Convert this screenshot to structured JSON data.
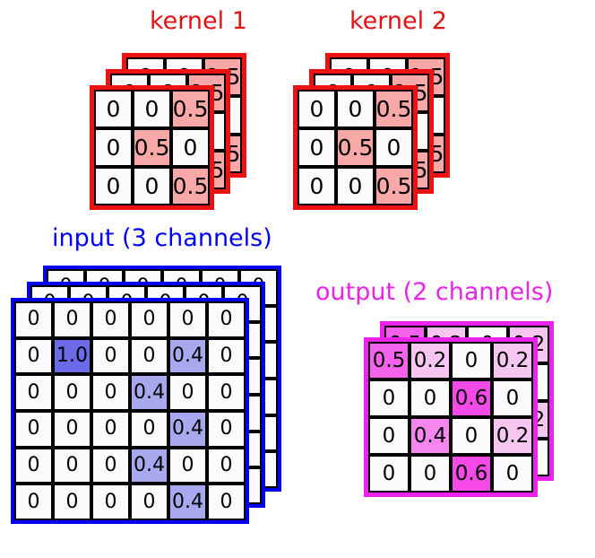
{
  "diagram": {
    "kernel1": {
      "title": "kernel 1",
      "color": "#e11414",
      "channels": 3,
      "grid": [
        [
          "0",
          "0",
          "0.5"
        ],
        [
          "0",
          "0.5",
          "0"
        ],
        [
          "0",
          "0",
          "0.5"
        ]
      ]
    },
    "kernel2": {
      "title": "kernel 2",
      "color": "#e11414",
      "channels": 3,
      "grid": [
        [
          "0",
          "0",
          "0.5"
        ],
        [
          "0",
          "0.5",
          "0"
        ],
        [
          "0",
          "0",
          "0.5"
        ]
      ]
    },
    "input": {
      "title": "input (3 channels)",
      "color": "#0000ff",
      "channels": 3,
      "grid": [
        [
          "0",
          "0",
          "0",
          "0",
          "0",
          "0"
        ],
        [
          "0",
          "1.0",
          "0",
          "0",
          "0.4",
          "0"
        ],
        [
          "0",
          "0",
          "0",
          "0.4",
          "0",
          "0"
        ],
        [
          "0",
          "0",
          "0",
          "0",
          "0.4",
          "0"
        ],
        [
          "0",
          "0",
          "0",
          "0.4",
          "0",
          "0"
        ],
        [
          "0",
          "0",
          "0",
          "0",
          "0.4",
          "0"
        ]
      ]
    },
    "output": {
      "title": "output (2 channels)",
      "color": "#e924e9",
      "channels": 2,
      "grid": [
        [
          "0.5",
          "0.2",
          "0",
          "0.2"
        ],
        [
          "0",
          "0",
          "0.6",
          "0"
        ],
        [
          "0",
          "0.4",
          "0",
          "0.2"
        ],
        [
          "0",
          "0",
          "0.6",
          "0"
        ]
      ]
    }
  },
  "palette": {
    "zero_cell": "#fbfbfd",
    "kernel_highlight": "#f9a8a8",
    "input_highlight_strong": "#6b6be8",
    "input_highlight_soft": "#a8a8ee",
    "output_02": "#f6c6f0",
    "output_04": "#f787ee",
    "output_05": "#f362ea",
    "output_06": "#f54ae8"
  }
}
